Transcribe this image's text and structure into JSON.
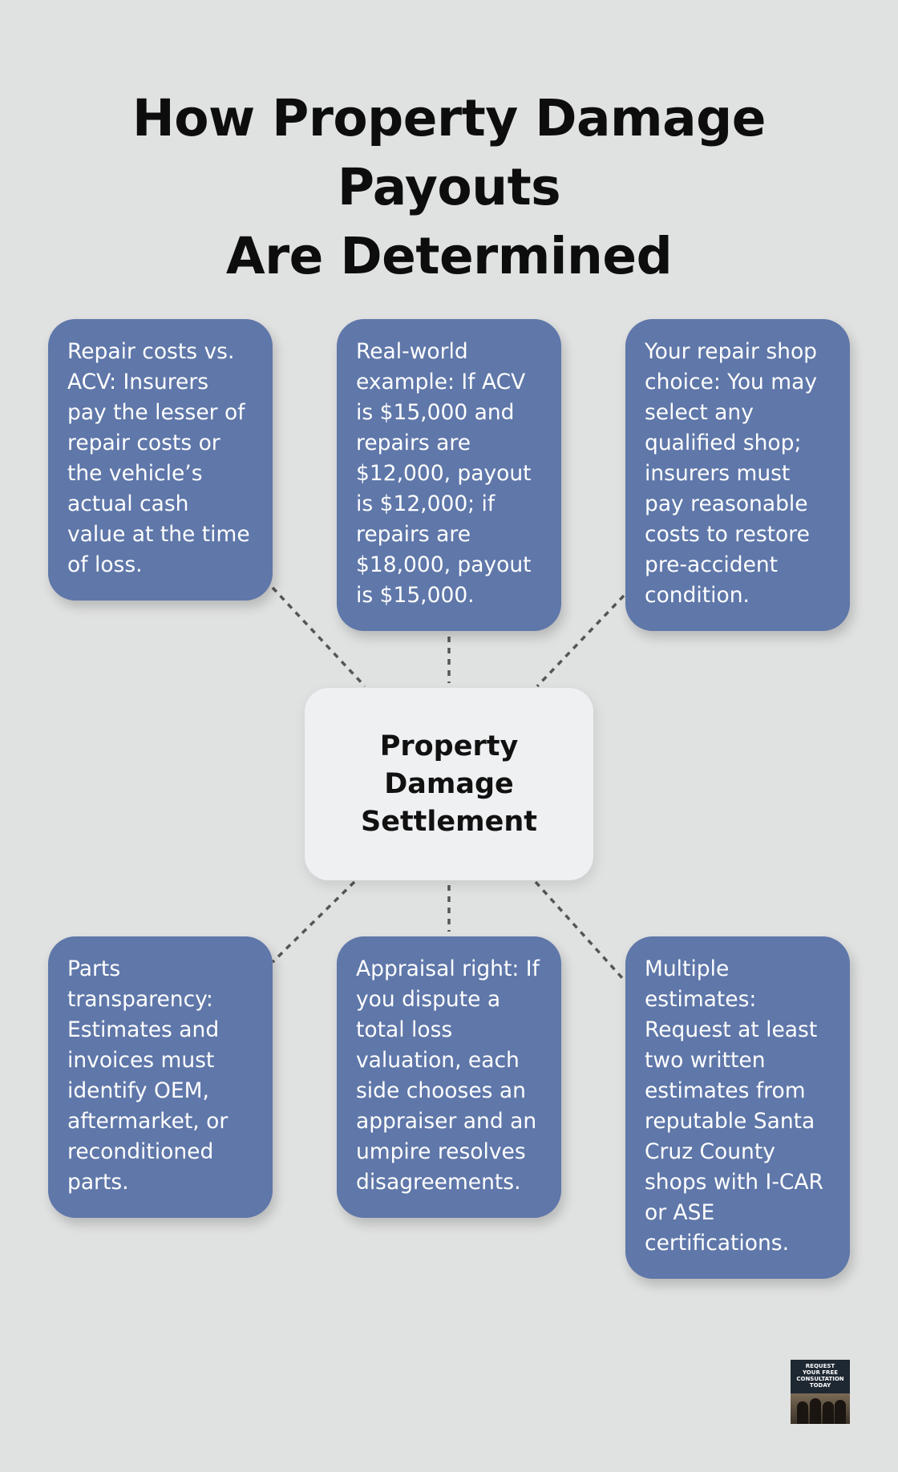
{
  "title": {
    "line1": "How Property Damage Payouts",
    "line2": "Are Determined"
  },
  "center": {
    "line1": "Property",
    "line2": "Damage",
    "line3": "Settlement"
  },
  "cards": {
    "top_left": "Repair costs vs. ACV: Insurers pay the lesser of repair costs or the vehicle’s actual cash value at the time of loss.",
    "top_middle": "Real-world example: If ACV is $15,000 and repairs are $12,000, payout is $12,000; if repairs are $18,000, payout is $15,000.",
    "top_right": "Your repair shop choice: You may select any qualified shop; insurers must pay reasonable costs to restore pre-accident condition.",
    "bottom_left": "Parts transparency: Estimates and invoices must identify OEM, aftermarket, or reconditioned parts.",
    "bottom_middle": "Appraisal right: If you dispute a total loss valuation, each side chooses an appraiser and an umpire resolves disagreements.",
    "bottom_right": "Multiple estimates: Request at least two written estimates from reputable Santa Cruz County shops with I-CAR or ASE certifications."
  },
  "badge": {
    "line1": "REQUEST",
    "line2": "YOUR FREE",
    "line3": "CONSULTATION",
    "line4": "TODAY"
  },
  "colors": {
    "background": "#e0e1e1",
    "card": "#5f77a9",
    "center_box": "#eef0f2",
    "connector": "#555555"
  }
}
